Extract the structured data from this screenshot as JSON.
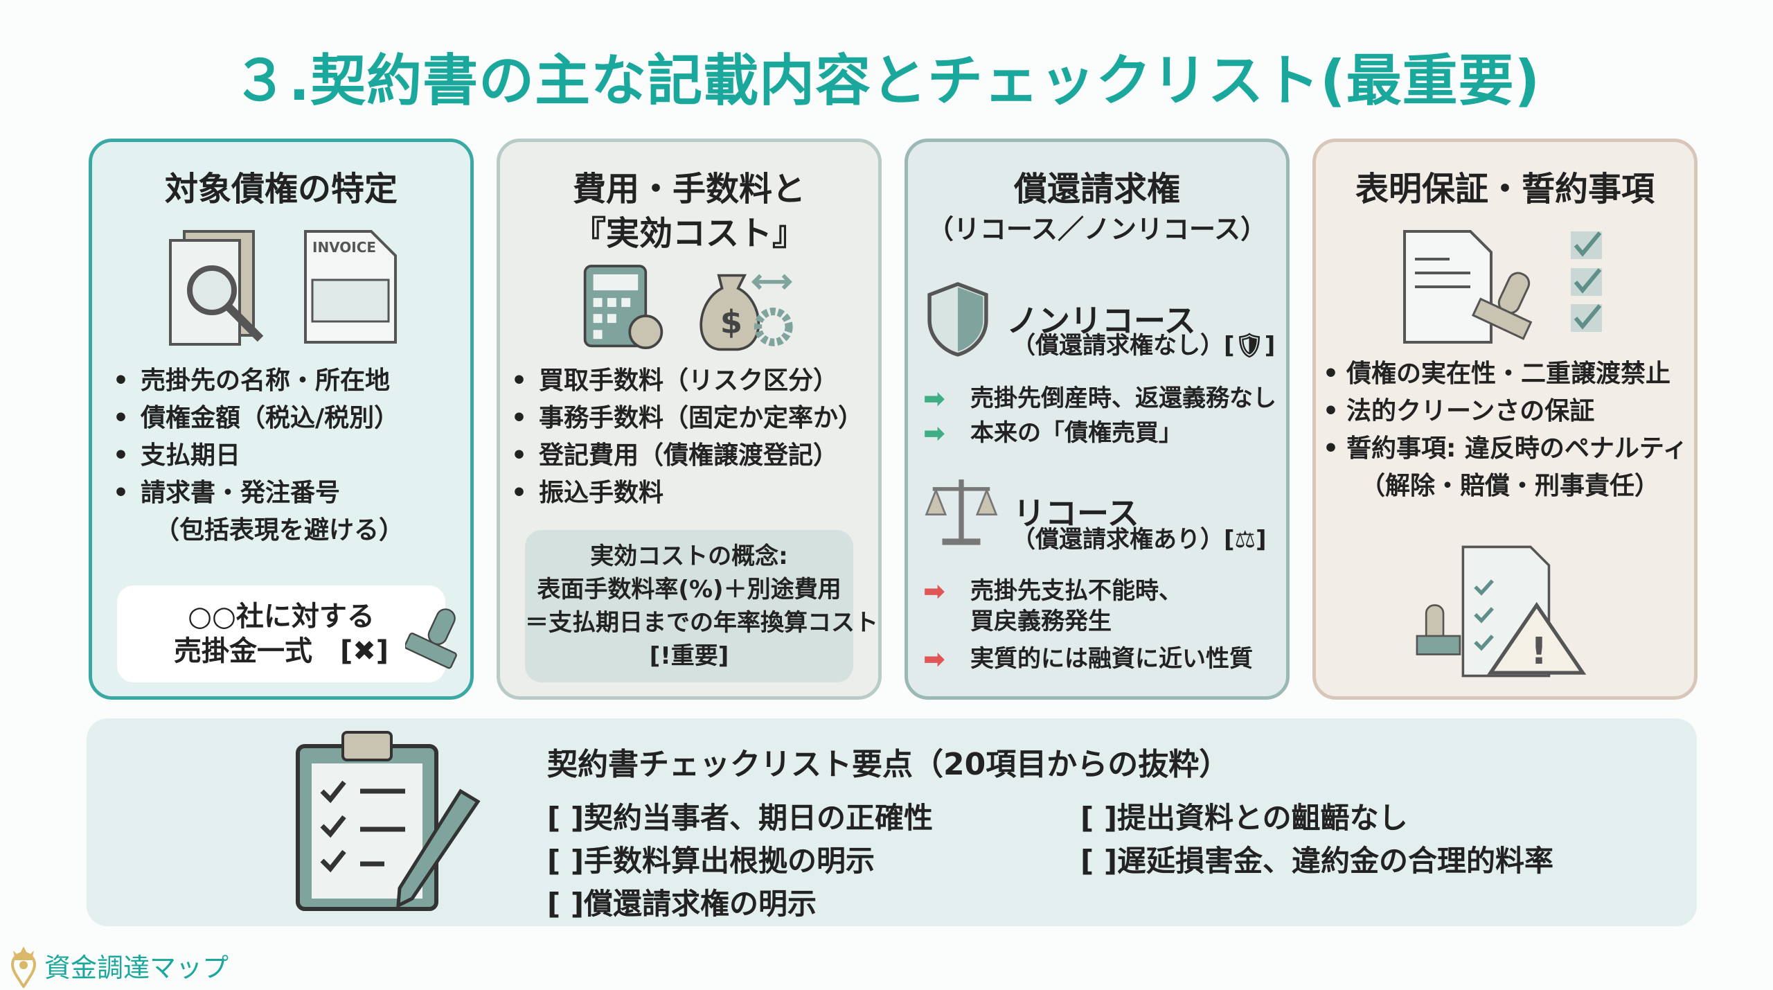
{
  "title": "３.契約書の主な記載内容とチェックリスト(最重要)",
  "cards": [
    {
      "heading": "対象債権の特定",
      "icons": [
        "document-search-icon",
        "invoice-icon"
      ],
      "invoice_label": "INVOICE",
      "bullets": [
        "売掛先の名称・所在地",
        "債権金額（税込/税別）",
        "支払期日",
        "請求書・発注番号"
      ],
      "bullet_sub": "（包括表現を避ける）",
      "bad_example_line1": "○○社に対する",
      "bad_example_line2": "売掛金一式　[✖]"
    },
    {
      "heading_line1": "費用・手数料と",
      "heading_line2": "『実効コスト』",
      "icons": [
        "calculator-icon",
        "money-bag-gear-icon"
      ],
      "bullets": [
        "買取手数料（リスク区分）",
        "事務手数料（固定か定率か）",
        "登記費用（債権譲渡登記）",
        "振込手数料"
      ],
      "concept": [
        "実効コストの概念:",
        "表面手数料率(%)＋別途費用",
        "＝支払期日までの年率換算コスト",
        "[!重要]"
      ]
    },
    {
      "heading_line1": "償還請求権",
      "heading_line2": "（リコース／ノンリコース）",
      "nonrecourse": {
        "title": "ノンリコース",
        "sub": "（償還請求権なし）[🛡]",
        "points": [
          "売掛先倒産時、返還義務なし",
          "本来の「債権売買」"
        ],
        "icon": "shield-icon",
        "arrow_color": "#3fae86"
      },
      "recourse": {
        "title": "リコース",
        "sub": "（償還請求権あり）[⚖]",
        "points": [
          "売掛先支払不能時、\n買戻義務発生",
          "実質的には融資に近い性質"
        ],
        "point1_line1": "売掛先支払不能時、",
        "point1_line2": "買戻義務発生",
        "icon": "scales-icon",
        "arrow_color": "#e05555"
      }
    },
    {
      "heading": "表明保証・誓約事項",
      "icons": [
        "signed-document-stamp-icon",
        "checklist-icon",
        "warning-document-icon"
      ],
      "bullets": [
        "債権の実在性・二重譲渡禁止",
        "法的クリーンさの保証",
        "誓約事項: 違反時のペナルティ"
      ],
      "bullet_sub": "（解除・賠償・刑事責任）"
    }
  ],
  "checklist": {
    "heading": "契約書チェックリスト要点（20項目からの抜粋）",
    "icon": "clipboard-pencil-icon",
    "items": [
      "[ ]契約当事者、期日の正確性",
      "[ ]手数料算出根拠の明示",
      "[ ]償還請求権の明示",
      "[ ]提出資料との齟齬なし",
      "[ ]遅延損害金、違約金の合理的料率"
    ]
  },
  "logo": {
    "text": "資金調達マップ",
    "icon": "location-pin-crown-icon"
  },
  "colors": {
    "accent": "#1aa89c",
    "icon": "#7fa39d",
    "beige": "#c9bda6"
  }
}
